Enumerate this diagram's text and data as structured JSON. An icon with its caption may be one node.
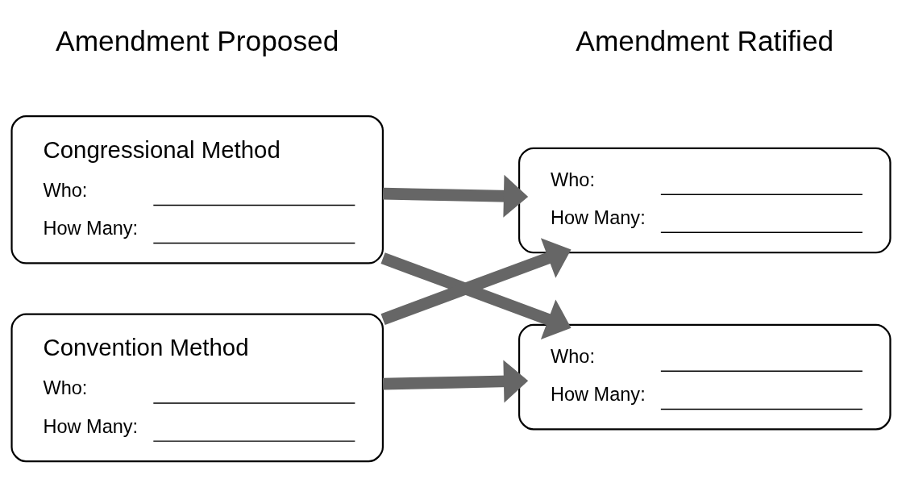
{
  "diagram": {
    "nodes": [
      {
        "text": [
          "Congressional Method",
          "Who:",
          "How Many:"
        ]
      },
      {
        "text": [
          "Convention Method",
          "Who:",
          "How Many:"
        ]
      },
      {
        "text": [
          "Who:",
          "How Many:"
        ]
      },
      {
        "text": [
          "Who:",
          "How Many:"
        ]
      }
    ],
    "edges": [
      {
        "from": 0,
        "to": 2,
        "arrow": "to"
      },
      {
        "from": 0,
        "to": 3,
        "arrow": "to"
      },
      {
        "from": 1,
        "to": 2,
        "arrow": "to"
      },
      {
        "from": 1,
        "to": 3,
        "arrow": "to"
      }
    ],
    "labels": [
      "Amendment Proposed",
      "Amendment Ratified"
    ]
  }
}
